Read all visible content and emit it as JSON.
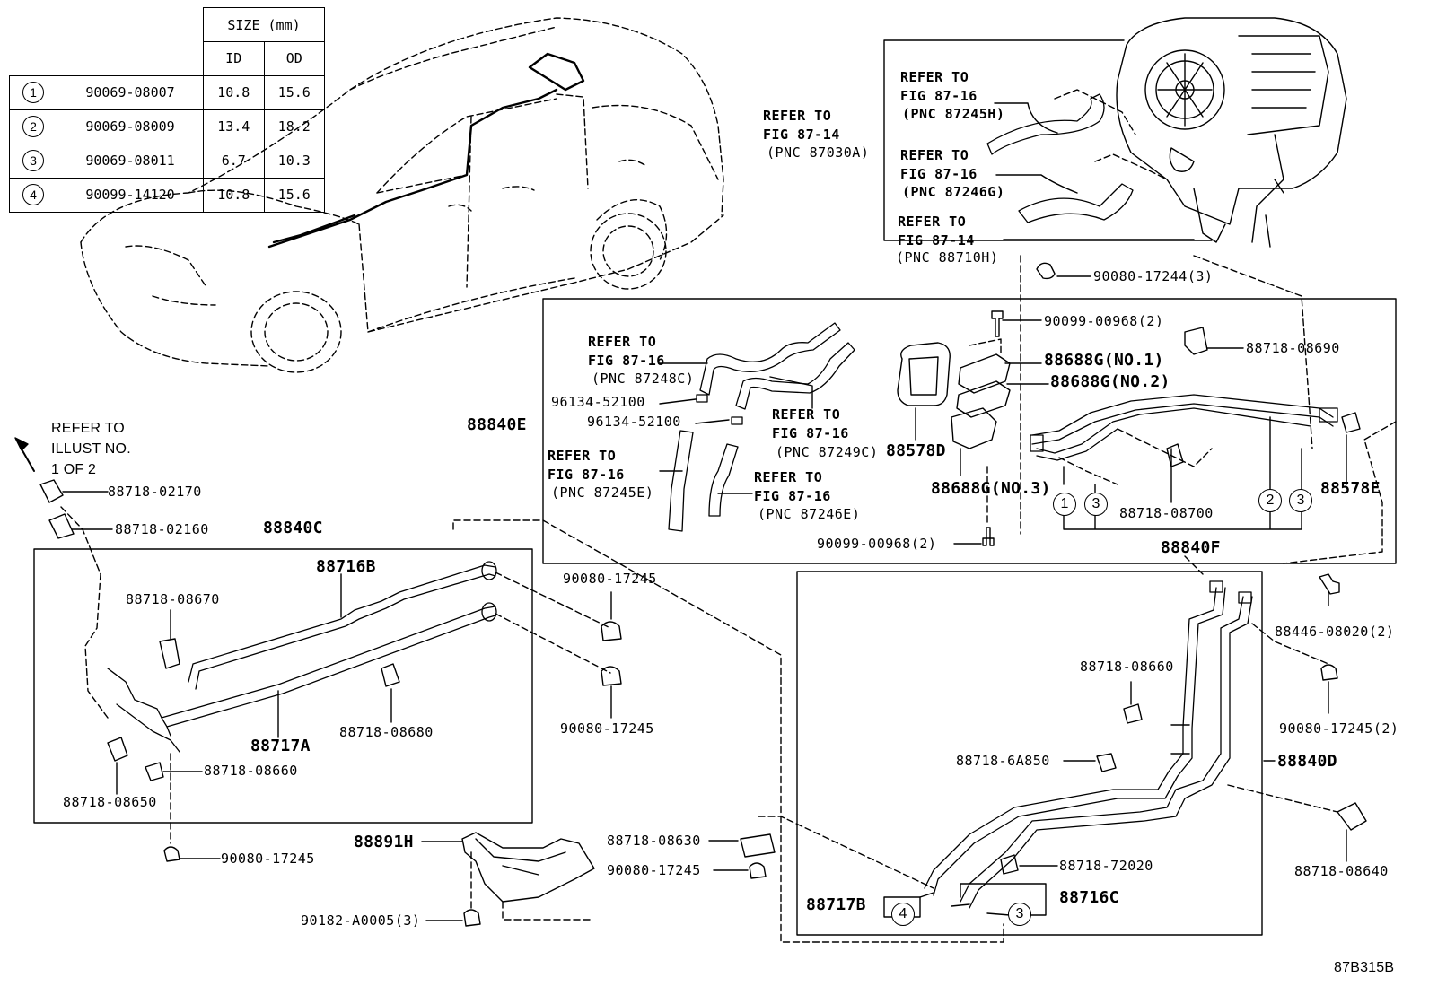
{
  "diagram_code": "87B315B",
  "size_table": {
    "header": "SIZE (mm)",
    "col_id": "ID",
    "col_od": "OD",
    "rows": [
      {
        "n": "1",
        "part": "90069-08007",
        "id": "10.8",
        "od": "15.6"
      },
      {
        "n": "2",
        "part": "90069-08009",
        "id": "13.4",
        "od": "18.2"
      },
      {
        "n": "3",
        "part": "90069-08011",
        "id": "6.7",
        "od": "10.3"
      },
      {
        "n": "4",
        "part": "90099-14120",
        "id": "10.8",
        "od": "15.6"
      }
    ]
  },
  "refer_illust": {
    "line1": "REFER TO",
    "line2": "ILLUST NO.",
    "line3": "1 OF 2"
  },
  "refs": {
    "r87030a": {
      "a": "REFER TO",
      "b": "FIG 87-14",
      "c": "(PNC 87030A)"
    },
    "r87245h": {
      "a": "REFER TO",
      "b": "FIG 87-16",
      "c": "(PNC 87245H)"
    },
    "r87246g": {
      "a": "REFER TO",
      "b": "FIG 87-16",
      "c": "(PNC 87246G)"
    },
    "r88710h": {
      "a": "REFER TO",
      "b": "FIG 87-14",
      "c": "(PNC 88710H)"
    },
    "r87248c": {
      "a": "REFER TO",
      "b": "FIG 87-16",
      "c": "(PNC 87248C)"
    },
    "r87249c": {
      "a": "REFER TO",
      "b": "FIG 87-16",
      "c": "(PNC 87249C)"
    },
    "r87245e": {
      "a": "REFER TO",
      "b": "FIG 87-16",
      "c": "(PNC 87245E)"
    },
    "r87246e": {
      "a": "REFER TO",
      "b": "FIG 87-16",
      "c": "(PNC 87246E)"
    }
  },
  "parts": {
    "p90080_17244": "90080-17244(3)",
    "p90099_00968_top": "90099-00968(2)",
    "p88718_08690": "88718-08690",
    "p88688g_1": "88688G(NO.1)",
    "p88688g_2": "88688G(NO.2)",
    "p88688g_3": "88688G(NO.3)",
    "p88578d": "88578D",
    "p88578e": "88578E",
    "p96134_a": "96134-52100",
    "p96134_b": "96134-52100",
    "p88840e": "88840E",
    "p88718_08700": "88718-08700",
    "p88840f": "88840F",
    "p90099_00968_bot": "90099-00968(2)",
    "p88718_02170": "88718-02170",
    "p88718_02160": "88718-02160",
    "p88840c": "88840C",
    "p88716b": "88716B",
    "p88718_08670": "88718-08670",
    "p88717a": "88717A",
    "p88718_08680": "88718-08680",
    "p88718_08660_a": "88718-08660",
    "p88718_08650": "88718-08650",
    "p90080_17245_a": "90080-17245",
    "p90080_17245_b": "90080-17245",
    "p90080_17245_c": "90080-17245",
    "p88891h": "88891H",
    "p90182": "90182-A0005(3)",
    "p88718_08630": "88718-08630",
    "p90080_17245_d": "90080-17245",
    "p88446": "88446-08020(2)",
    "p88718_08660_b": "88718-08660",
    "p90080_17245_e": "90080-17245(2)",
    "p88718_6a850": "88718-6A850",
    "p88840d": "88840D",
    "p88718_72020": "88718-72020",
    "p88718_08640": "88718-08640",
    "p88717b": "88717B",
    "p88716c": "88716C"
  },
  "callouts": {
    "c1": "1",
    "c2": "2",
    "c3": "3",
    "c4": "4"
  }
}
